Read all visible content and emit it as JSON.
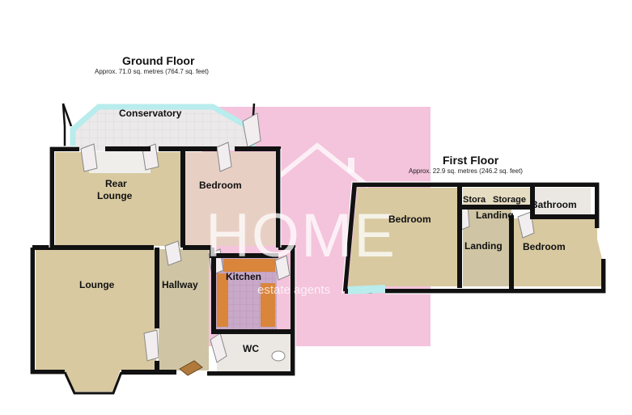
{
  "colors": {
    "wall": "#111111",
    "wall_edge": "#ffffff",
    "carpet_beige": "#d8c9a0",
    "carpet_pink": "#e8cfc4",
    "hall_floor": "#cfc5a4",
    "kitchen_tile": "#c9a9c9",
    "kitchen_counter": "#d9853c",
    "conservatory_floor": "#ece9ea",
    "conservatory_glass": "#b9ecec",
    "watermark_pink": "#f4c3dc",
    "label": "#111111"
  },
  "ground_floor": {
    "title": "Ground Floor",
    "area": "Approx. 71.0 sq. metres (764.7 sq. feet)",
    "rooms": {
      "conservatory": "Conservatory",
      "rear_lounge_line1": "Rear",
      "rear_lounge_line2": "Lounge",
      "bedroom": "Bedroom",
      "lounge": "Lounge",
      "hallway": "Hallway",
      "kitchen": "Kitchen",
      "wc": "WC"
    }
  },
  "first_floor": {
    "title": "First Floor",
    "area": "Approx. 22.9 sq. metres (246.2 sq. feet)",
    "rooms": {
      "bedroom_large": "Bedroom",
      "storage_1": "Stora",
      "storage_2": "Storage",
      "landing_upper": "Landing",
      "landing_lower": "Landing",
      "bathroom": "Bathroom",
      "bedroom_small": "Bedroom"
    }
  },
  "watermark": {
    "brand": "HOME",
    "tagline": "estate agents"
  }
}
